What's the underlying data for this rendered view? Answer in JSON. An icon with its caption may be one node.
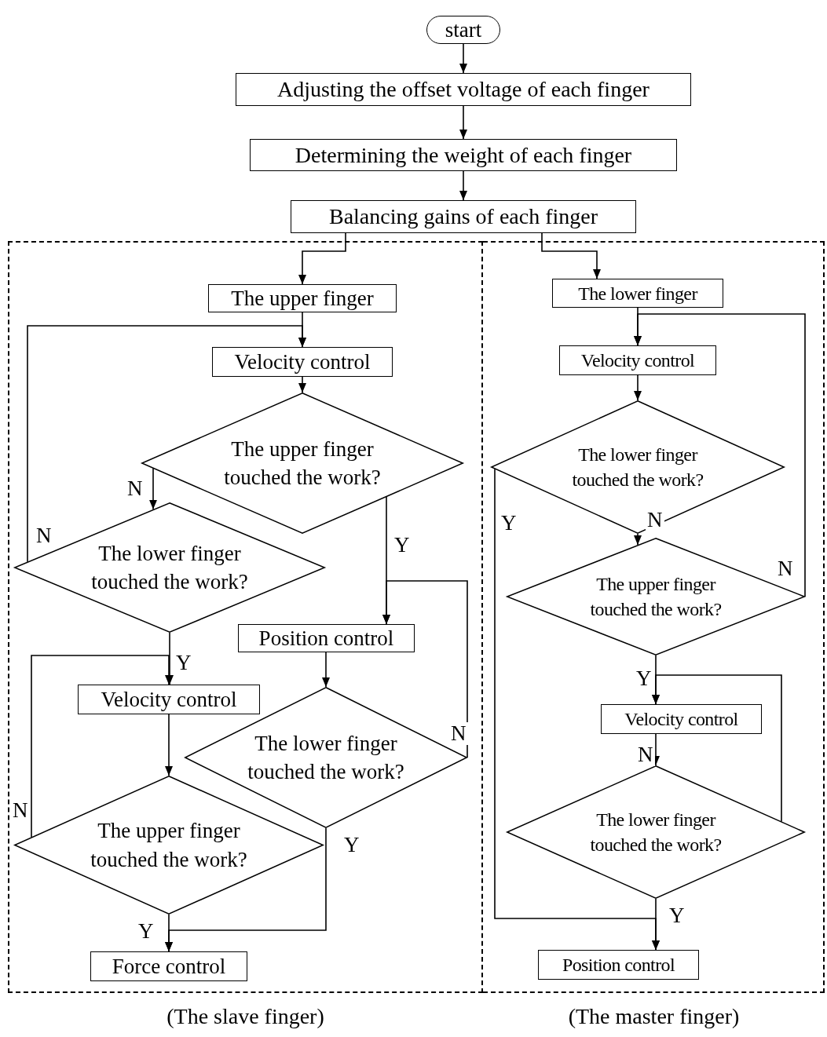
{
  "diagram": {
    "nodes": [
      {
        "text": [
          "start"
        ]
      },
      {
        "text": [
          "Adjusting the offset voltage of each finger"
        ]
      },
      {
        "text": [
          "Determining the weight of each finger"
        ]
      },
      {
        "text": [
          "Balancing gains of each finger"
        ]
      },
      {
        "text": [
          "(The slave finger)"
        ]
      },
      {
        "text": [
          "(The master finger)"
        ]
      },
      {
        "text": [
          "The upper finger"
        ],
        "in": 4
      },
      {
        "text": [
          "Velocity control"
        ],
        "in": 4
      },
      {
        "text": [
          "The upper finger touched the work?"
        ],
        "in": 4
      },
      {
        "text": [
          "The lower finger touched the work?"
        ],
        "in": 4
      },
      {
        "text": [
          "Position control"
        ],
        "in": 4
      },
      {
        "text": [
          "Velocity control"
        ],
        "in": 4
      },
      {
        "text": [
          "The lower finger touched the work?"
        ],
        "in": 4
      },
      {
        "text": [
          "The upper finger touched the work?"
        ],
        "in": 4
      },
      {
        "text": [
          "Force control"
        ],
        "in": 4
      },
      {
        "text": [
          "The lower finger"
        ],
        "in": 5
      },
      {
        "text": [
          "Velocity control"
        ],
        "in": 5
      },
      {
        "text": [
          "The lower finger touched the work?"
        ],
        "in": 5
      },
      {
        "text": [
          "The upper finger touched the work?"
        ],
        "in": 5
      },
      {
        "text": [
          "Velocity control"
        ],
        "in": 5
      },
      {
        "text": [
          "The lower finger touched the work?"
        ],
        "in": 5
      },
      {
        "text": [
          "Position control"
        ],
        "in": 5
      }
    ],
    "edges": [
      {
        "from": 0,
        "to": 1,
        "arrow": "to"
      },
      {
        "from": 1,
        "to": 2,
        "arrow": "to"
      },
      {
        "from": 2,
        "to": 3,
        "arrow": "to"
      },
      {
        "from": 3,
        "to": 6,
        "arrow": "to"
      },
      {
        "from": 3,
        "to": 15,
        "arrow": "to"
      },
      {
        "from": 6,
        "to": 7,
        "arrow": "to"
      },
      {
        "from": 7,
        "to": 8,
        "arrow": "to"
      },
      {
        "from": 8,
        "to": 9,
        "arrow": "to",
        "label": "N"
      },
      {
        "from": 9,
        "to": 7,
        "arrow": "to",
        "label": "N"
      },
      {
        "from": 8,
        "to": 10,
        "arrow": "to",
        "label": "Y"
      },
      {
        "from": 9,
        "to": 11,
        "arrow": "to",
        "label": "Y"
      },
      {
        "from": 10,
        "to": 12,
        "arrow": "to"
      },
      {
        "from": 12,
        "to": 10,
        "arrow": "to",
        "label": "N"
      },
      {
        "from": 11,
        "to": 13,
        "arrow": "to"
      },
      {
        "from": 13,
        "to": 11,
        "arrow": "to",
        "label": "N"
      },
      {
        "from": 13,
        "to": 14,
        "arrow": "to",
        "label": "Y"
      },
      {
        "from": 12,
        "to": 14,
        "arrow": "to",
        "label": "Y"
      },
      {
        "from": 15,
        "to": 16,
        "arrow": "to"
      },
      {
        "from": 16,
        "to": 17,
        "arrow": "to"
      },
      {
        "from": 17,
        "to": 18,
        "arrow": "to",
        "label": "N"
      },
      {
        "from": 18,
        "to": 16,
        "arrow": "to",
        "label": "N"
      },
      {
        "from": 17,
        "to": 21,
        "arrow": "to",
        "label": "Y"
      },
      {
        "from": 18,
        "to": 19,
        "arrow": "to",
        "label": "Y"
      },
      {
        "from": 19,
        "to": 20,
        "arrow": "to",
        "label": "N"
      },
      {
        "from": 20,
        "to": 19,
        "arrow": "to"
      },
      {
        "from": 20,
        "to": 21,
        "arrow": "to",
        "label": "Y"
      }
    ]
  }
}
